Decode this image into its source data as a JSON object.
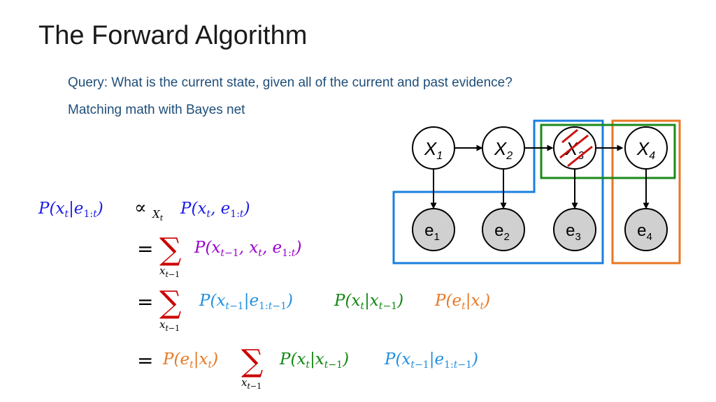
{
  "slide": {
    "title": "The Forward Algorithm",
    "bullets": [
      "Query: What is the current state, given all of the current and past evidence?",
      "Matching math with Bayes net"
    ]
  },
  "diagram": {
    "hidden_nodes": [
      {
        "base": "X",
        "sub": "1"
      },
      {
        "base": "X",
        "sub": "2"
      },
      {
        "base": "X",
        "sub": "3",
        "crossed": true
      },
      {
        "base": "X",
        "sub": "4"
      }
    ],
    "evidence_nodes": [
      {
        "base": "e",
        "sub": "1"
      },
      {
        "base": "e",
        "sub": "2"
      },
      {
        "base": "e",
        "sub": "3"
      },
      {
        "base": "e",
        "sub": "4"
      }
    ]
  },
  "colors": {
    "equation_blue": "#1a1ae6",
    "purple": "#9900cc",
    "light_blue": "#1f8fe0",
    "green": "#118811",
    "orange": "#e87722",
    "sum_red": "#cc0000",
    "box_blue": "#1a7fdf",
    "box_green": "#1a8a1a",
    "box_orange": "#e87722",
    "cross_red": "#cc1111",
    "node_gray": "#d0d0d0"
  },
  "equations": {
    "row1": {
      "lhs": "P(x",
      "sym": "∝",
      "sub": "X",
      "rhs": "P(x"
    },
    "row2": {
      "eq": "=",
      "sum": "∑",
      "sum_sub": "x",
      "term": "P(x"
    },
    "row3": {
      "eq": "=",
      "sum": "∑",
      "sum_sub": "x",
      "t1": "P(x",
      "t2": "P(x",
      "t3": "P(e"
    },
    "row4": {
      "eq": "=",
      "t0": "P(e",
      "sum": "∑",
      "sum_sub": "x",
      "t1": "P(x",
      "t2": "P(x"
    }
  }
}
